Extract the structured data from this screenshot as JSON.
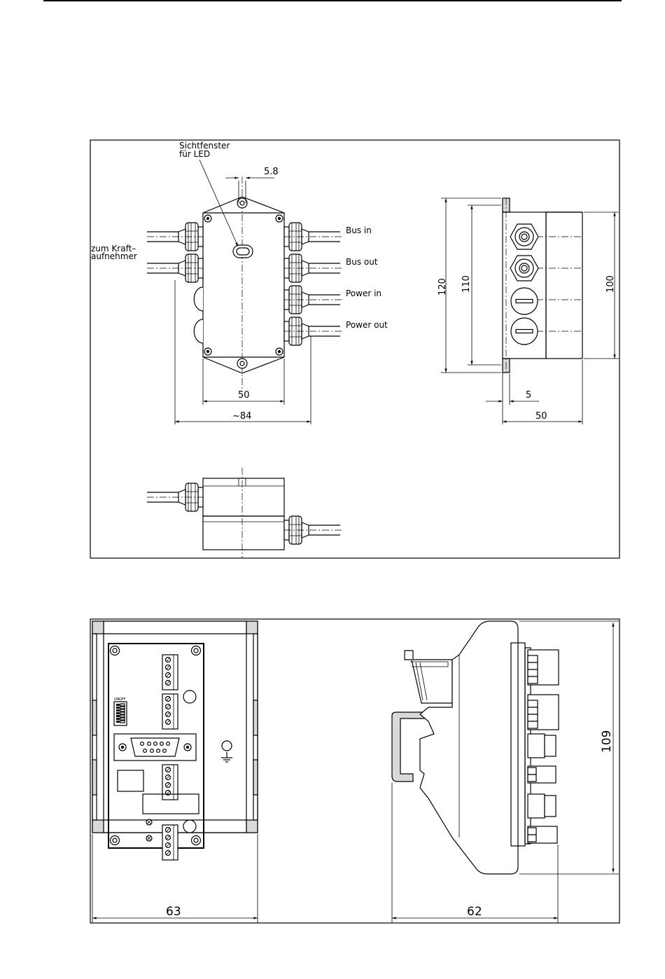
{
  "labels": {
    "led_window_l1": "Sichtfenster",
    "led_window_l2": "für LED",
    "bus_in": "Bus in",
    "bus_out": "Bus out",
    "power_in": "Power in",
    "power_out": "Power out",
    "sensor_l1": "zum Kraft–",
    "sensor_l2": "aufnehmer",
    "dip_on": "ON",
    "dip_off": "OFF"
  },
  "dimensions": {
    "hole_width": "5.8",
    "box_width": "50",
    "overall_width": "~84",
    "height_120": "120",
    "height_110": "110",
    "height_100": "100",
    "flange": "5",
    "depth": "50",
    "module_width": "63",
    "module_depth": "62",
    "module_height": "109"
  }
}
